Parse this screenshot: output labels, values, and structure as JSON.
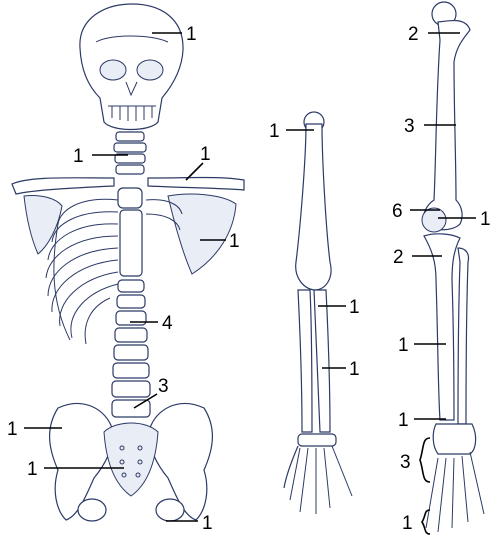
{
  "labels": {
    "skull": "1",
    "cervical": "1",
    "clavicle": "1",
    "scapula": "1",
    "lumbar": "4",
    "sacrum_side": "3",
    "ilium": "1",
    "sacrum": "1",
    "ischium": "1",
    "humerus": "1",
    "radius": "1",
    "ulna": "1",
    "femur_head": "2",
    "femur": "3",
    "knee_left": "6",
    "patella": "1",
    "tibia_head": "2",
    "tibia": "1",
    "fibula_low": "1",
    "tarsals": "3",
    "phalanges": "1"
  },
  "colors": {
    "bone_outline": "#2c3a66",
    "bone_fill": "#ffffff",
    "bone_shade": "#e9edf6",
    "label": "#000000"
  }
}
